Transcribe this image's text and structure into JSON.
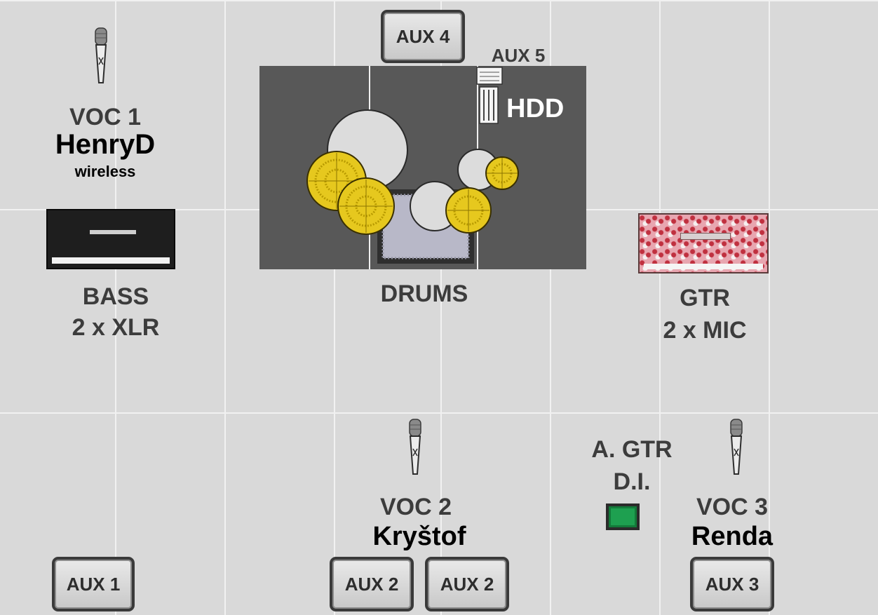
{
  "vocal_1": {
    "label": "VOC 1",
    "name": "HenryD",
    "note": "wireless"
  },
  "bass": {
    "label": "BASS",
    "inputs": "2 x XLR"
  },
  "drums": {
    "label": "DRUMS"
  },
  "aux_5": {
    "label": "AUX 5"
  },
  "hdd": {
    "label": "HDD"
  },
  "guitar": {
    "label": "GTR",
    "inputs": "2 x MIC"
  },
  "acoustic_guitar": {
    "label": "A. GTR",
    "input": "D.I."
  },
  "vocal_2": {
    "label": "VOC 2",
    "name": "Kryštof"
  },
  "vocal_3": {
    "label": "VOC 3",
    "name": "Renda"
  },
  "monitors": {
    "aux_1": "AUX 1",
    "aux_2a": "AUX 2",
    "aux_2b": "AUX 2",
    "aux_3": "AUX 3",
    "aux_4": "AUX 4"
  },
  "colors": {
    "stage_floor": "#d9d9d9",
    "drum_riser": "#585858",
    "cymbal": "#e6c81e",
    "drum_shell": "#dcdcdc",
    "bass_amp": "#1e1e1e",
    "guitar_amp": "#e8a6b0",
    "di_box": "#1ea050",
    "label_gray": "#3c3c3c",
    "label_black": "#000000"
  },
  "icons": [
    "microphone-icon",
    "monitor-wedge",
    "bass-amplifier",
    "guitar-amplifier",
    "drum-kit",
    "di-box-icon",
    "hdd-recorder-icon"
  ]
}
